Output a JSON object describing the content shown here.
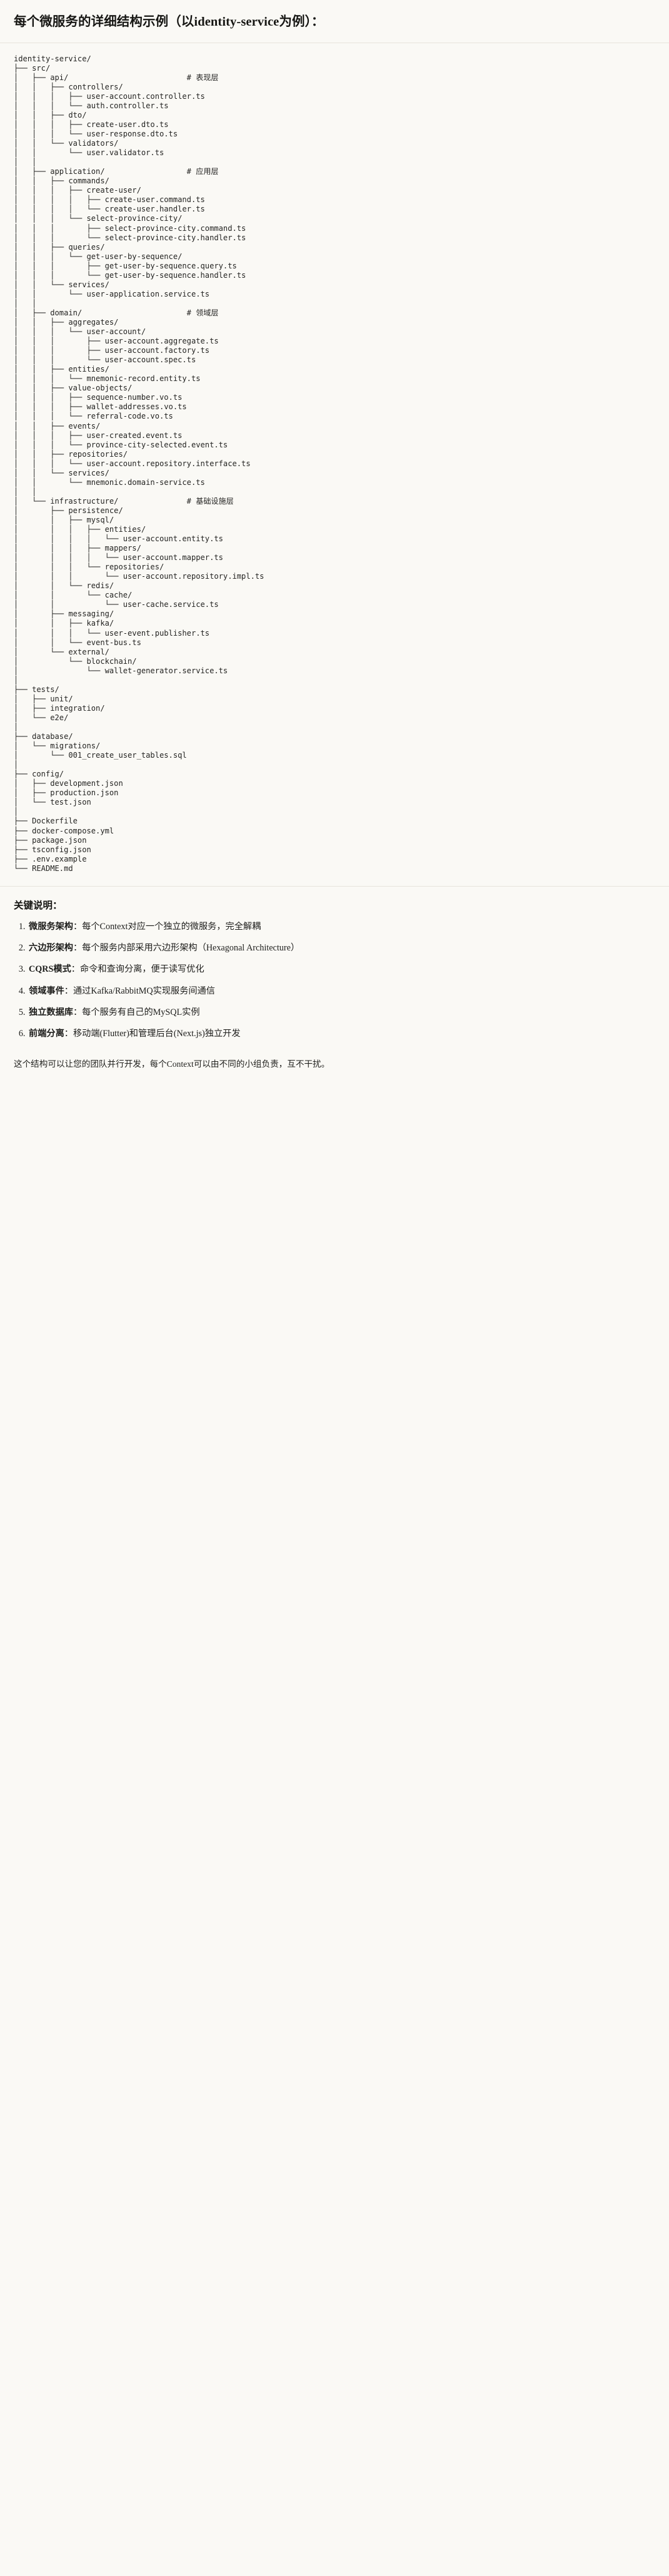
{
  "title": "每个微服务的详细结构示例（以identity-service为例）：",
  "tree": {
    "root_label": "identity-service/",
    "lines": [
      {
        "prefix": "",
        "name": "identity-service/",
        "comment": ""
      },
      {
        "prefix": "├── ",
        "name": "src/",
        "comment": ""
      },
      {
        "prefix": "│   ├── ",
        "name": "api/",
        "comment": "# 表现层"
      },
      {
        "prefix": "│   │   ├── ",
        "name": "controllers/",
        "comment": ""
      },
      {
        "prefix": "│   │   │   ├── ",
        "name": "user-account.controller.ts",
        "comment": ""
      },
      {
        "prefix": "│   │   │   └── ",
        "name": "auth.controller.ts",
        "comment": ""
      },
      {
        "prefix": "│   │   ├── ",
        "name": "dto/",
        "comment": ""
      },
      {
        "prefix": "│   │   │   ├── ",
        "name": "create-user.dto.ts",
        "comment": ""
      },
      {
        "prefix": "│   │   │   └── ",
        "name": "user-response.dto.ts",
        "comment": ""
      },
      {
        "prefix": "│   │   └── ",
        "name": "validators/",
        "comment": ""
      },
      {
        "prefix": "│   │       └── ",
        "name": "user.validator.ts",
        "comment": ""
      },
      {
        "prefix": "│   │",
        "name": "",
        "comment": ""
      },
      {
        "prefix": "│   ├── ",
        "name": "application/",
        "comment": "# 应用层"
      },
      {
        "prefix": "│   │   ├── ",
        "name": "commands/",
        "comment": ""
      },
      {
        "prefix": "│   │   │   ├── ",
        "name": "create-user/",
        "comment": ""
      },
      {
        "prefix": "│   │   │   │   ├── ",
        "name": "create-user.command.ts",
        "comment": ""
      },
      {
        "prefix": "│   │   │   │   └── ",
        "name": "create-user.handler.ts",
        "comment": ""
      },
      {
        "prefix": "│   │   │   └── ",
        "name": "select-province-city/",
        "comment": ""
      },
      {
        "prefix": "│   │   │       ├── ",
        "name": "select-province-city.command.ts",
        "comment": ""
      },
      {
        "prefix": "│   │   │       └── ",
        "name": "select-province-city.handler.ts",
        "comment": ""
      },
      {
        "prefix": "│   │   ├── ",
        "name": "queries/",
        "comment": ""
      },
      {
        "prefix": "│   │   │   └── ",
        "name": "get-user-by-sequence/",
        "comment": ""
      },
      {
        "prefix": "│   │   │       ├── ",
        "name": "get-user-by-sequence.query.ts",
        "comment": ""
      },
      {
        "prefix": "│   │   │       └── ",
        "name": "get-user-by-sequence.handler.ts",
        "comment": ""
      },
      {
        "prefix": "│   │   └── ",
        "name": "services/",
        "comment": ""
      },
      {
        "prefix": "│   │       └── ",
        "name": "user-application.service.ts",
        "comment": ""
      },
      {
        "prefix": "│   │",
        "name": "",
        "comment": ""
      },
      {
        "prefix": "│   ├── ",
        "name": "domain/",
        "comment": "# 领域层"
      },
      {
        "prefix": "│   │   ├── ",
        "name": "aggregates/",
        "comment": ""
      },
      {
        "prefix": "│   │   │   └── ",
        "name": "user-account/",
        "comment": ""
      },
      {
        "prefix": "│   │   │       ├── ",
        "name": "user-account.aggregate.ts",
        "comment": ""
      },
      {
        "prefix": "│   │   │       ├── ",
        "name": "user-account.factory.ts",
        "comment": ""
      },
      {
        "prefix": "│   │   │       └── ",
        "name": "user-account.spec.ts",
        "comment": ""
      },
      {
        "prefix": "│   │   ├── ",
        "name": "entities/",
        "comment": ""
      },
      {
        "prefix": "│   │   │   └── ",
        "name": "mnemonic-record.entity.ts",
        "comment": ""
      },
      {
        "prefix": "│   │   ├── ",
        "name": "value-objects/",
        "comment": ""
      },
      {
        "prefix": "│   │   │   ├── ",
        "name": "sequence-number.vo.ts",
        "comment": ""
      },
      {
        "prefix": "│   │   │   ├── ",
        "name": "wallet-addresses.vo.ts",
        "comment": ""
      },
      {
        "prefix": "│   │   │   └── ",
        "name": "referral-code.vo.ts",
        "comment": ""
      },
      {
        "prefix": "│   │   ├── ",
        "name": "events/",
        "comment": ""
      },
      {
        "prefix": "│   │   │   ├── ",
        "name": "user-created.event.ts",
        "comment": ""
      },
      {
        "prefix": "│   │   │   └── ",
        "name": "province-city-selected.event.ts",
        "comment": ""
      },
      {
        "prefix": "│   │   ├── ",
        "name": "repositories/",
        "comment": ""
      },
      {
        "prefix": "│   │   │   └── ",
        "name": "user-account.repository.interface.ts",
        "comment": ""
      },
      {
        "prefix": "│   │   └── ",
        "name": "services/",
        "comment": ""
      },
      {
        "prefix": "│   │       └── ",
        "name": "mnemonic.domain-service.ts",
        "comment": ""
      },
      {
        "prefix": "│   │",
        "name": "",
        "comment": ""
      },
      {
        "prefix": "│   └── ",
        "name": "infrastructure/",
        "comment": "# 基础设施层"
      },
      {
        "prefix": "│       ├── ",
        "name": "persistence/",
        "comment": ""
      },
      {
        "prefix": "│       │   ├── ",
        "name": "mysql/",
        "comment": ""
      },
      {
        "prefix": "│       │   │   ├── ",
        "name": "entities/",
        "comment": ""
      },
      {
        "prefix": "│       │   │   │   └── ",
        "name": "user-account.entity.ts",
        "comment": ""
      },
      {
        "prefix": "│       │   │   ├── ",
        "name": "mappers/",
        "comment": ""
      },
      {
        "prefix": "│       │   │   │   └── ",
        "name": "user-account.mapper.ts",
        "comment": ""
      },
      {
        "prefix": "│       │   │   └── ",
        "name": "repositories/",
        "comment": ""
      },
      {
        "prefix": "│       │   │       └── ",
        "name": "user-account.repository.impl.ts",
        "comment": ""
      },
      {
        "prefix": "│       │   └── ",
        "name": "redis/",
        "comment": ""
      },
      {
        "prefix": "│       │       └── ",
        "name": "cache/",
        "comment": ""
      },
      {
        "prefix": "│       │           └── ",
        "name": "user-cache.service.ts",
        "comment": ""
      },
      {
        "prefix": "│       ├── ",
        "name": "messaging/",
        "comment": ""
      },
      {
        "prefix": "│       │   ├── ",
        "name": "kafka/",
        "comment": ""
      },
      {
        "prefix": "│       │   │   └── ",
        "name": "user-event.publisher.ts",
        "comment": ""
      },
      {
        "prefix": "│       │   └── ",
        "name": "event-bus.ts",
        "comment": ""
      },
      {
        "prefix": "│       └── ",
        "name": "external/",
        "comment": ""
      },
      {
        "prefix": "│           └── ",
        "name": "blockchain/",
        "comment": ""
      },
      {
        "prefix": "│               └── ",
        "name": "wallet-generator.service.ts",
        "comment": ""
      },
      {
        "prefix": "│",
        "name": "",
        "comment": ""
      },
      {
        "prefix": "├── ",
        "name": "tests/",
        "comment": ""
      },
      {
        "prefix": "│   ├── ",
        "name": "unit/",
        "comment": ""
      },
      {
        "prefix": "│   ├── ",
        "name": "integration/",
        "comment": ""
      },
      {
        "prefix": "│   └── ",
        "name": "e2e/",
        "comment": ""
      },
      {
        "prefix": "│",
        "name": "",
        "comment": ""
      },
      {
        "prefix": "├── ",
        "name": "database/",
        "comment": ""
      },
      {
        "prefix": "│   └── ",
        "name": "migrations/",
        "comment": ""
      },
      {
        "prefix": "│       └── ",
        "name": "001_create_user_tables.sql",
        "comment": ""
      },
      {
        "prefix": "│",
        "name": "",
        "comment": ""
      },
      {
        "prefix": "├── ",
        "name": "config/",
        "comment": ""
      },
      {
        "prefix": "│   ├── ",
        "name": "development.json",
        "comment": ""
      },
      {
        "prefix": "│   ├── ",
        "name": "production.json",
        "comment": ""
      },
      {
        "prefix": "│   └── ",
        "name": "test.json",
        "comment": ""
      },
      {
        "prefix": "│",
        "name": "",
        "comment": ""
      },
      {
        "prefix": "├── ",
        "name": "Dockerfile",
        "comment": ""
      },
      {
        "prefix": "├── ",
        "name": "docker-compose.yml",
        "comment": ""
      },
      {
        "prefix": "├── ",
        "name": "package.json",
        "comment": ""
      },
      {
        "prefix": "├── ",
        "name": "tsconfig.json",
        "comment": ""
      },
      {
        "prefix": "├── ",
        "name": ".env.example",
        "comment": ""
      },
      {
        "prefix": "└── ",
        "name": "README.md",
        "comment": ""
      }
    ],
    "comment_column": 40,
    "text": "identity-service/\n├── src/\n│   ├── api/                          # 表现层\n│   │   ├── controllers/\n│   │   │   ├── user-account.controller.ts\n│   │   │   └── auth.controller.ts\n│   │   ├── dto/\n│   │   │   ├── create-user.dto.ts\n│   │   │   └── user-response.dto.ts\n│   │   └── validators/\n│   │       └── user.validator.ts\n│   │\n│   ├── application/                  # 应用层\n│   │   ├── commands/\n│   │   │   ├── create-user/\n│   │   │   │   ├── create-user.command.ts\n│   │   │   │   └── create-user.handler.ts\n│   │   │   └── select-province-city/\n│   │   │       ├── select-province-city.command.ts\n│   │   │       └── select-province-city.handler.ts\n│   │   ├── queries/\n│   │   │   └── get-user-by-sequence/\n│   │   │       ├── get-user-by-sequence.query.ts\n│   │   │       └── get-user-by-sequence.handler.ts\n│   │   └── services/\n│   │       └── user-application.service.ts\n│   │\n│   ├── domain/                       # 领域层\n│   │   ├── aggregates/\n│   │   │   └── user-account/\n│   │   │       ├── user-account.aggregate.ts\n│   │   │       ├── user-account.factory.ts\n│   │   │       └── user-account.spec.ts\n│   │   ├── entities/\n│   │   │   └── mnemonic-record.entity.ts\n│   │   ├── value-objects/\n│   │   │   ├── sequence-number.vo.ts\n│   │   │   ├── wallet-addresses.vo.ts\n│   │   │   └── referral-code.vo.ts\n│   │   ├── events/\n│   │   │   ├── user-created.event.ts\n│   │   │   └── province-city-selected.event.ts\n│   │   ├── repositories/\n│   │   │   └── user-account.repository.interface.ts\n│   │   └── services/\n│   │       └── mnemonic.domain-service.ts\n│   │\n│   └── infrastructure/               # 基础设施层\n│       ├── persistence/\n│       │   ├── mysql/\n│       │   │   ├── entities/\n│       │   │   │   └── user-account.entity.ts\n│       │   │   ├── mappers/\n│       │   │   │   └── user-account.mapper.ts\n│       │   │   └── repositories/\n│       │   │       └── user-account.repository.impl.ts\n│       │   └── redis/\n│       │       └── cache/\n│       │           └── user-cache.service.ts\n│       ├── messaging/\n│       │   ├── kafka/\n│       │   │   └── user-event.publisher.ts\n│       │   └── event-bus.ts\n│       └── external/\n│           └── blockchain/\n│               └── wallet-generator.service.ts\n│\n├── tests/\n│   ├── unit/\n│   ├── integration/\n│   └── e2e/\n│\n├── database/\n│   └── migrations/\n│       └── 001_create_user_tables.sql\n│\n├── config/\n│   ├── development.json\n│   ├── production.json\n│   └── test.json\n│\n├── Dockerfile\n├── docker-compose.yml\n├── package.json\n├── tsconfig.json\n├── .env.example\n└── README.md"
  },
  "notes": {
    "heading": "关键说明：",
    "items": [
      {
        "term": "微服务架构",
        "sep": "：",
        "desc": "每个Context对应一个独立的微服务，完全解耦"
      },
      {
        "term": "六边形架构",
        "sep": "：",
        "desc": "每个服务内部采用六边形架构（Hexagonal Architecture）"
      },
      {
        "term": "CQRS模式",
        "sep": "：",
        "desc": "命令和查询分离，便于读写优化"
      },
      {
        "term": "领域事件",
        "sep": "：",
        "desc": "通过Kafka/RabbitMQ实现服务间通信"
      },
      {
        "term": "独立数据库",
        "sep": "：",
        "desc": "每个服务有自己的MySQL实例"
      },
      {
        "term": "前端分离",
        "sep": "：",
        "desc": "移动端(Flutter)和管理后台(Next.js)独立开发"
      }
    ]
  },
  "closing": "这个结构可以让您的团队并行开发，每个Context可以由不同的小组负责，互不干扰。",
  "colors": {
    "background": "#faf9f5",
    "text": "#1a1a18",
    "divider": "#e7e4dc",
    "code_text": "#242422"
  }
}
